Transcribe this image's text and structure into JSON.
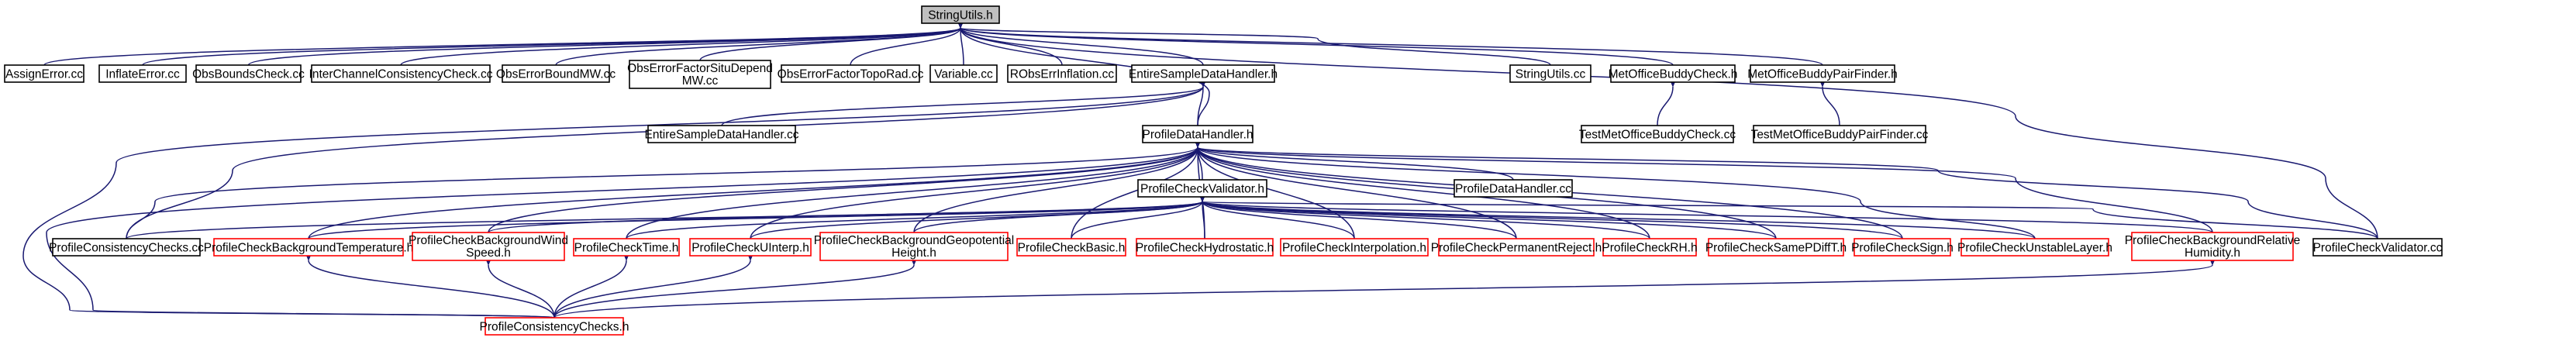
{
  "colors": {
    "edge": "#191970",
    "border_default": "#000000",
    "border_red": "#ff0000",
    "fill_root": "#bfbfbf",
    "fill_default": "#ffffff"
  },
  "nodes": [
    {
      "id": "root",
      "label": "StringUtils.h",
      "style": "root"
    },
    {
      "id": "assignerror",
      "label": "AssignError.cc",
      "style": "default"
    },
    {
      "id": "inflateerror",
      "label": "InflateError.cc",
      "style": "default"
    },
    {
      "id": "obsbounds",
      "label": "ObsBoundsCheck.cc",
      "style": "default"
    },
    {
      "id": "interchannel",
      "label": "InterChannelConsistencyCheck.cc",
      "style": "default"
    },
    {
      "id": "obserrorbound",
      "label": "ObsErrorBoundMW.cc",
      "style": "default"
    },
    {
      "id": "obserrorsitu",
      "label": "ObsErrorFactorSituDepend MW.cc",
      "lines": [
        "ObsErrorFactorSituDepend",
        "MW.cc"
      ],
      "style": "default"
    },
    {
      "id": "obserrortopo",
      "label": "ObsErrorFactorTopoRad.cc",
      "style": "default"
    },
    {
      "id": "variable",
      "label": "Variable.cc",
      "style": "default"
    },
    {
      "id": "robserr",
      "label": "RObsErrInflation.cc",
      "style": "default"
    },
    {
      "id": "entireh",
      "label": "EntireSampleDataHandler.h",
      "style": "default"
    },
    {
      "id": "stringutilscc",
      "label": "StringUtils.cc",
      "style": "default"
    },
    {
      "id": "buddyh",
      "label": "MetOfficeBuddyCheck.h",
      "style": "default"
    },
    {
      "id": "pairfinderh",
      "label": "MetOfficeBuddyPairFinder.h",
      "style": "default"
    },
    {
      "id": "entirecc",
      "label": "EntireSampleDataHandler.cc",
      "style": "default"
    },
    {
      "id": "profiledatah",
      "label": "ProfileDataHandler.h",
      "style": "default"
    },
    {
      "id": "testbuddy",
      "label": "TestMetOfficeBuddyCheck.cc",
      "style": "default"
    },
    {
      "id": "testpair",
      "label": "TestMetOfficeBuddyPairFinder.cc",
      "style": "default"
    },
    {
      "id": "validatorh",
      "label": "ProfileCheckValidator.h",
      "style": "default"
    },
    {
      "id": "profiledatacc",
      "label": "ProfileDataHandler.cc",
      "style": "default"
    },
    {
      "id": "consistencycc",
      "label": "ProfileConsistencyChecks.cc",
      "style": "default"
    },
    {
      "id": "bgtemp",
      "label": "ProfileCheckBackgroundTemperature.h",
      "style": "red"
    },
    {
      "id": "bgwind",
      "label": "ProfileCheckBackgroundWind Speed.h",
      "lines": [
        "ProfileCheckBackgroundWind",
        "Speed.h"
      ],
      "style": "red"
    },
    {
      "id": "checktime",
      "label": "ProfileCheckTime.h",
      "style": "red"
    },
    {
      "id": "uinterp",
      "label": "ProfileCheckUInterp.h",
      "style": "red"
    },
    {
      "id": "bggeo",
      "label": "ProfileCheckBackgroundGeopotential Height.h",
      "lines": [
        "ProfileCheckBackgroundGeopotential",
        "Height.h"
      ],
      "style": "red"
    },
    {
      "id": "basic",
      "label": "ProfileCheckBasic.h",
      "style": "red"
    },
    {
      "id": "hydrostatic",
      "label": "ProfileCheckHydrostatic.h",
      "style": "red"
    },
    {
      "id": "interpolation",
      "label": "ProfileCheckInterpolation.h",
      "style": "red"
    },
    {
      "id": "permanent",
      "label": "ProfileCheckPermanentReject.h",
      "style": "red"
    },
    {
      "id": "rh",
      "label": "ProfileCheckRH.h",
      "style": "red"
    },
    {
      "id": "samepdiff",
      "label": "ProfileCheckSamePDiffT.h",
      "style": "red"
    },
    {
      "id": "sign",
      "label": "ProfileCheckSign.h",
      "style": "red"
    },
    {
      "id": "unstable",
      "label": "ProfileCheckUnstableLayer.h",
      "style": "red"
    },
    {
      "id": "bgrh",
      "label": "ProfileCheckBackgroundRelative Humidity.h",
      "lines": [
        "ProfileCheckBackgroundRelative",
        "Humidity.h"
      ],
      "style": "red"
    },
    {
      "id": "validatorcc",
      "label": "ProfileCheckValidator.cc",
      "style": "default"
    },
    {
      "id": "consistencyh",
      "label": "ProfileConsistencyChecks.h",
      "style": "red"
    }
  ],
  "edges": [
    [
      "root",
      "assignerror"
    ],
    [
      "root",
      "inflateerror"
    ],
    [
      "root",
      "obsbounds"
    ],
    [
      "root",
      "interchannel"
    ],
    [
      "root",
      "obserrorbound"
    ],
    [
      "root",
      "obserrorsitu"
    ],
    [
      "root",
      "obserrortopo"
    ],
    [
      "root",
      "variable"
    ],
    [
      "root",
      "robserr"
    ],
    [
      "root",
      "entireh"
    ],
    [
      "root",
      "stringutilscc"
    ],
    [
      "root",
      "buddyh"
    ],
    [
      "root",
      "pairfinderh"
    ],
    [
      "root",
      "profiledatah"
    ],
    [
      "root",
      "validatorcc"
    ],
    [
      "buddyh",
      "testbuddy"
    ],
    [
      "pairfinderh",
      "testpair"
    ],
    [
      "entireh",
      "entirecc"
    ],
    [
      "entireh",
      "profiledatah"
    ],
    [
      "entireh",
      "consistencycc"
    ],
    [
      "entireh",
      "consistencyh"
    ],
    [
      "profiledatah",
      "validatorh"
    ],
    [
      "profiledatah",
      "profiledatacc"
    ],
    [
      "profiledatah",
      "consistencycc"
    ],
    [
      "profiledatah",
      "bgtemp"
    ],
    [
      "profiledatah",
      "bgwind"
    ],
    [
      "profiledatah",
      "checktime"
    ],
    [
      "profiledatah",
      "uinterp"
    ],
    [
      "profiledatah",
      "bggeo"
    ],
    [
      "profiledatah",
      "basic"
    ],
    [
      "profiledatah",
      "hydrostatic"
    ],
    [
      "profiledatah",
      "interpolation"
    ],
    [
      "profiledatah",
      "permanent"
    ],
    [
      "profiledatah",
      "rh"
    ],
    [
      "profiledatah",
      "samepdiff"
    ],
    [
      "profiledatah",
      "sign"
    ],
    [
      "profiledatah",
      "unstable"
    ],
    [
      "profiledatah",
      "bgrh"
    ],
    [
      "profiledatah",
      "validatorcc"
    ],
    [
      "profiledatah",
      "consistencyh"
    ],
    [
      "validatorh",
      "consistencycc"
    ],
    [
      "validatorh",
      "bgtemp"
    ],
    [
      "validatorh",
      "bgwind"
    ],
    [
      "validatorh",
      "checktime"
    ],
    [
      "validatorh",
      "uinterp"
    ],
    [
      "validatorh",
      "bggeo"
    ],
    [
      "validatorh",
      "basic"
    ],
    [
      "validatorh",
      "hydrostatic"
    ],
    [
      "validatorh",
      "interpolation"
    ],
    [
      "validatorh",
      "permanent"
    ],
    [
      "validatorh",
      "rh"
    ],
    [
      "validatorh",
      "samepdiff"
    ],
    [
      "validatorh",
      "sign"
    ],
    [
      "validatorh",
      "unstable"
    ],
    [
      "validatorh",
      "bgrh"
    ],
    [
      "validatorh",
      "validatorcc"
    ],
    [
      "bgtemp",
      "consistencyh"
    ],
    [
      "bgwind",
      "consistencyh"
    ],
    [
      "checktime",
      "consistencyh"
    ],
    [
      "uinterp",
      "consistencyh"
    ],
    [
      "bggeo",
      "consistencyh"
    ],
    [
      "bgrh",
      "consistencyh"
    ]
  ]
}
